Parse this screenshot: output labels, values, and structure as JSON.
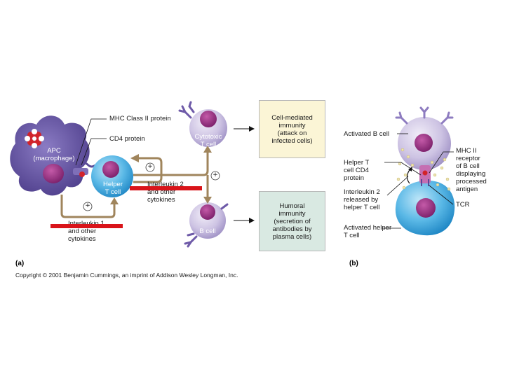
{
  "panel_a": {
    "label": "(a)",
    "apc": "APC\n(macrophage)",
    "mhc_label": "MHC Class II protein",
    "cd4_label": "CD4 protein",
    "helper": "Helper\nT cell",
    "cytotoxic": "Cytotoxic\nT cell",
    "bcell": "B cell",
    "il2": "Interleukin 2\nand other\ncytokines",
    "il1": "Interleukin 1\nand other\ncytokines",
    "plus": "+",
    "cell_mediated": "Cell-mediated\nimmunity\n(attack on\ninfected cells)",
    "humoral": "Humoral\nimmunity\n(secretion of\nantibodies by\nplasma cells)"
  },
  "panel_b": {
    "label": "(b)",
    "activated_b": "Activated B cell",
    "helper_cd4": "Helper T\ncell CD4\nprotein",
    "il2_released": "Interleukin 2\nreleased by\nhelper T cell",
    "activated_helper": "Activated helper\nT cell",
    "mhc_receptor": "MHC II\nreceptor\nof B cell\ndisplaying\nprocessed\nantigen",
    "tcr": "TCR"
  },
  "copyright": "Copyright © 2001 Benjamin Cummings, an imprint of Addison Wesley Longman, Inc.",
  "colors": {
    "apc": "#6a5aa8",
    "helper": "#3aa6dc",
    "lilac": "#cdc3e3",
    "nucleus": "#9c2f86",
    "arrow": "#a0855c",
    "cell_mediated_box": "#fbf5d6",
    "humoral_box": "#d9e9e2",
    "redbar": "#d9141a"
  }
}
